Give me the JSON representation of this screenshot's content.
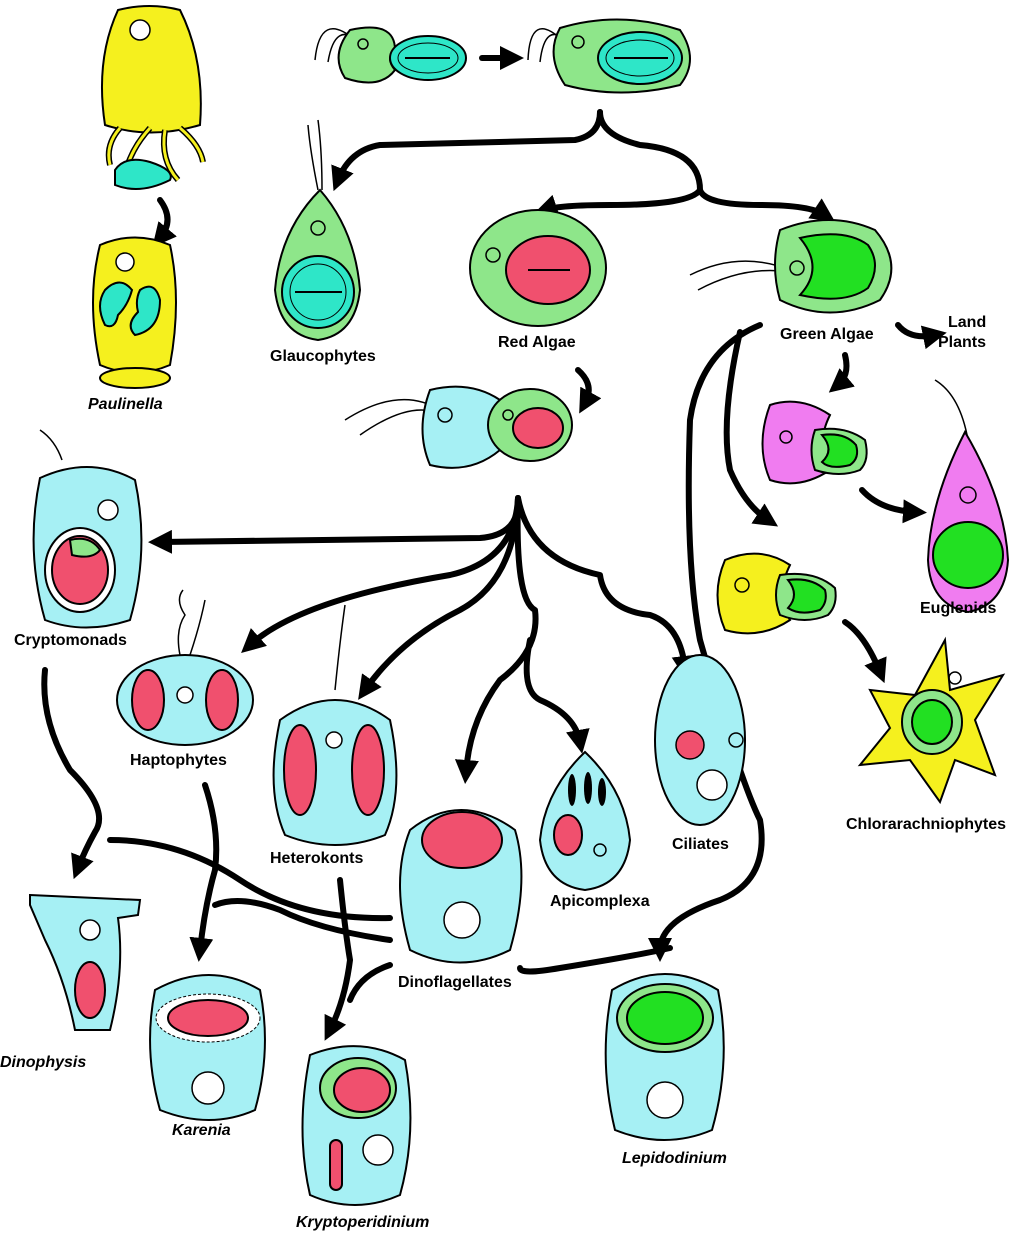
{
  "colors": {
    "glaucophyte_cyan": "#2ee6c8",
    "green_algae_light": "#8ee68a",
    "chloroplast_green": "#22e022",
    "red_chloroplast": "#f0506e",
    "host_cyan": "#a6f0f4",
    "yellow": "#f5f01e",
    "magenta": "#f07cf0",
    "outline": "#000000"
  },
  "labels": {
    "paulinella": "Paulinella",
    "glaucophytes": "Glaucophytes",
    "red_algae": "Red Algae",
    "green_algae": "Green Algae",
    "land_plants_1": "Land",
    "land_plants_2": "Plants",
    "euglenids": "Euglenids",
    "chlorarachniophytes": "Chlorarachniophytes",
    "cryptomonads": "Cryptomonads",
    "haptophytes": "Haptophytes",
    "heterokonts": "Heterokonts",
    "ciliates": "Ciliates",
    "apicomplexa": "Apicomplexa",
    "dinoflagellates": "Dinoflagellates",
    "dinophysis": "Dinophysis",
    "karenia": "Karenia",
    "kryptoperidinium": "Kryptoperidinium",
    "lepidodinium": "Lepidodinium"
  }
}
